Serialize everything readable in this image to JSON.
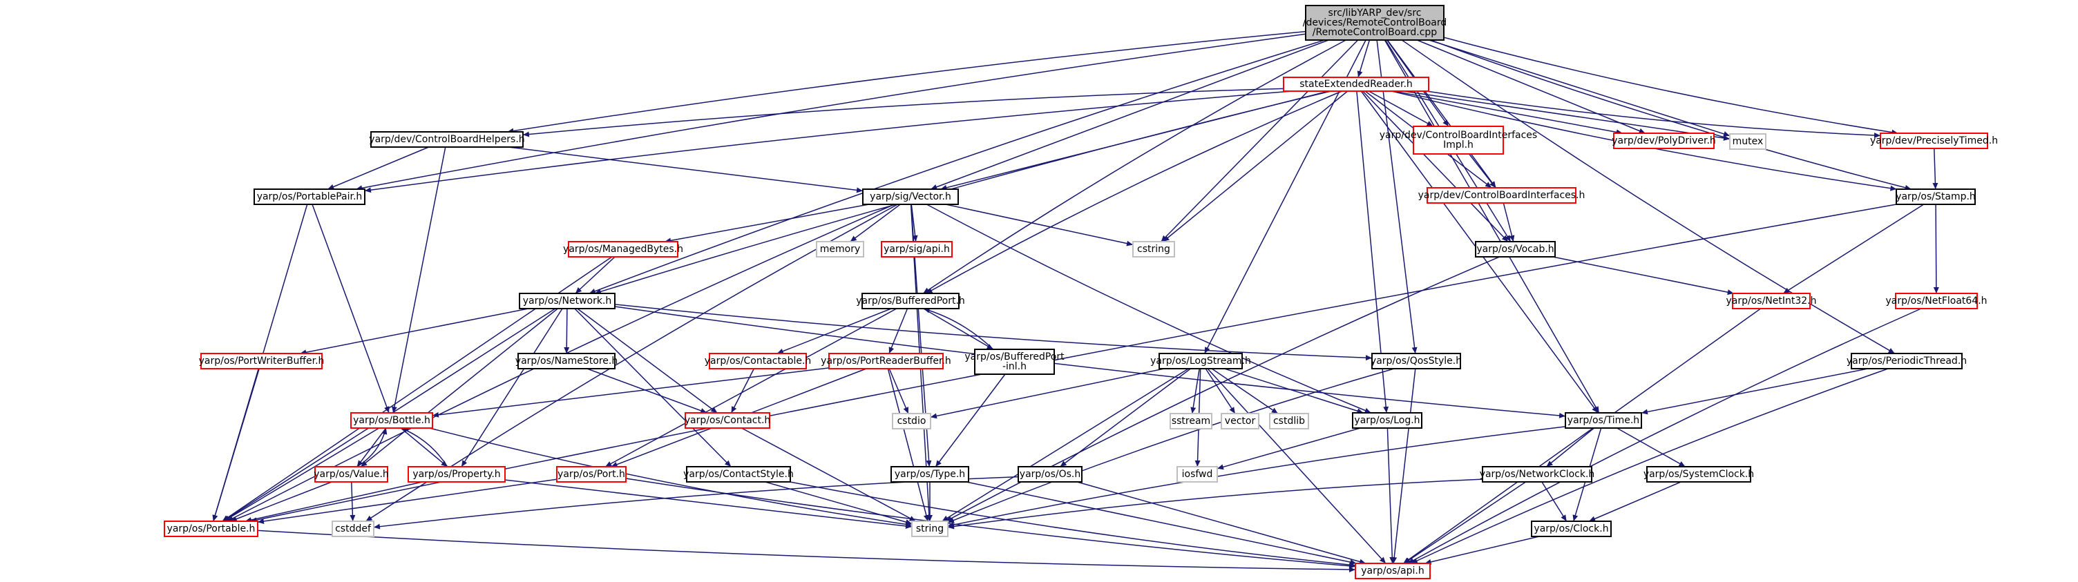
{
  "colors": {
    "edge": "#191970",
    "node_border": "#000000",
    "missing_border": "#ff0000",
    "external_border": "#bfbfbf",
    "root_fill": "#bfbfbf"
  },
  "nodes": [
    {
      "id": "root",
      "lines": [
        "src/libYARP_dev/src",
        "/devices/RemoteControlBoard",
        "/RemoteControlBoard.cpp"
      ],
      "kind": "root"
    },
    {
      "id": "ser",
      "lines": [
        "stateExtendedReader.h"
      ],
      "kind": "red"
    },
    {
      "id": "cbh",
      "lines": [
        "yarp/dev/ControlBoardHelpers.h"
      ],
      "kind": "black"
    },
    {
      "id": "cbii",
      "lines": [
        "yarp/dev/ControlBoardInterfaces",
        "Impl.h"
      ],
      "kind": "red"
    },
    {
      "id": "poly",
      "lines": [
        "yarp/dev/PolyDriver.h"
      ],
      "kind": "red"
    },
    {
      "id": "mutex",
      "lines": [
        "mutex"
      ],
      "kind": "gray"
    },
    {
      "id": "ptimed",
      "lines": [
        "yarp/dev/PreciselyTimed.h"
      ],
      "kind": "red"
    },
    {
      "id": "pp",
      "lines": [
        "yarp/os/PortablePair.h"
      ],
      "kind": "black"
    },
    {
      "id": "vec",
      "lines": [
        "yarp/sig/Vector.h"
      ],
      "kind": "black"
    },
    {
      "id": "cbi",
      "lines": [
        "yarp/dev/ControlBoardInterfaces.h"
      ],
      "kind": "red"
    },
    {
      "id": "stamp",
      "lines": [
        "yarp/os/Stamp.h"
      ],
      "kind": "black"
    },
    {
      "id": "mb",
      "lines": [
        "yarp/os/ManagedBytes.h"
      ],
      "kind": "red"
    },
    {
      "id": "memory",
      "lines": [
        "memory"
      ],
      "kind": "gray"
    },
    {
      "id": "sigapi",
      "lines": [
        "yarp/sig/api.h"
      ],
      "kind": "red"
    },
    {
      "id": "cstring",
      "lines": [
        "cstring"
      ],
      "kind": "gray"
    },
    {
      "id": "vocab",
      "lines": [
        "yarp/os/Vocab.h"
      ],
      "kind": "black"
    },
    {
      "id": "net",
      "lines": [
        "yarp/os/Network.h"
      ],
      "kind": "black"
    },
    {
      "id": "bp",
      "lines": [
        "yarp/os/BufferedPort.h"
      ],
      "kind": "black"
    },
    {
      "id": "netint",
      "lines": [
        "yarp/os/NetInt32.h"
      ],
      "kind": "red"
    },
    {
      "id": "netflt",
      "lines": [
        "yarp/os/NetFloat64.h"
      ],
      "kind": "red"
    },
    {
      "id": "pwb",
      "lines": [
        "yarp/os/PortWriterBuffer.h"
      ],
      "kind": "red"
    },
    {
      "id": "ns",
      "lines": [
        "yarp/os/NameStore.h"
      ],
      "kind": "black"
    },
    {
      "id": "contactable",
      "lines": [
        "yarp/os/Contactable.h"
      ],
      "kind": "red"
    },
    {
      "id": "prb",
      "lines": [
        "yarp/os/PortReaderBuffer.h"
      ],
      "kind": "red"
    },
    {
      "id": "bpinl",
      "lines": [
        "yarp/os/BufferedPort",
        "-inl.h"
      ],
      "kind": "black"
    },
    {
      "id": "ls",
      "lines": [
        "yarp/os/LogStream.h"
      ],
      "kind": "black"
    },
    {
      "id": "qos",
      "lines": [
        "yarp/os/QosStyle.h"
      ],
      "kind": "black"
    },
    {
      "id": "pt",
      "lines": [
        "yarp/os/PeriodicThread.h"
      ],
      "kind": "black"
    },
    {
      "id": "bottle",
      "lines": [
        "yarp/os/Bottle.h"
      ],
      "kind": "red"
    },
    {
      "id": "contact",
      "lines": [
        "yarp/os/Contact.h"
      ],
      "kind": "red"
    },
    {
      "id": "cstdio",
      "lines": [
        "cstdio"
      ],
      "kind": "gray"
    },
    {
      "id": "sstream",
      "lines": [
        "sstream"
      ],
      "kind": "gray"
    },
    {
      "id": "vector",
      "lines": [
        "vector"
      ],
      "kind": "gray"
    },
    {
      "id": "cstdlib",
      "lines": [
        "cstdlib"
      ],
      "kind": "gray"
    },
    {
      "id": "log",
      "lines": [
        "yarp/os/Log.h"
      ],
      "kind": "black"
    },
    {
      "id": "time",
      "lines": [
        "yarp/os/Time.h"
      ],
      "kind": "black"
    },
    {
      "id": "value",
      "lines": [
        "yarp/os/Value.h"
      ],
      "kind": "red"
    },
    {
      "id": "prop",
      "lines": [
        "yarp/os/Property.h"
      ],
      "kind": "red"
    },
    {
      "id": "port",
      "lines": [
        "yarp/os/Port.h"
      ],
      "kind": "red"
    },
    {
      "id": "cs",
      "lines": [
        "yarp/os/ContactStyle.h"
      ],
      "kind": "black"
    },
    {
      "id": "type",
      "lines": [
        "yarp/os/Type.h"
      ],
      "kind": "black"
    },
    {
      "id": "os",
      "lines": [
        "yarp/os/Os.h"
      ],
      "kind": "black"
    },
    {
      "id": "iosfwd",
      "lines": [
        "iosfwd"
      ],
      "kind": "gray"
    },
    {
      "id": "nclock",
      "lines": [
        "yarp/os/NetworkClock.h"
      ],
      "kind": "black"
    },
    {
      "id": "sclock",
      "lines": [
        "yarp/os/SystemClock.h"
      ],
      "kind": "black"
    },
    {
      "id": "portable",
      "lines": [
        "yarp/os/Portable.h"
      ],
      "kind": "red"
    },
    {
      "id": "cstddef",
      "lines": [
        "cstddef"
      ],
      "kind": "gray"
    },
    {
      "id": "string",
      "lines": [
        "string"
      ],
      "kind": "gray"
    },
    {
      "id": "clock",
      "lines": [
        "yarp/os/Clock.h"
      ],
      "kind": "black"
    },
    {
      "id": "osapi",
      "lines": [
        "yarp/os/api.h"
      ],
      "kind": "red"
    }
  ],
  "edges": [
    [
      "root",
      "ser"
    ],
    [
      "root",
      "cbh"
    ],
    [
      "root",
      "cbii"
    ],
    [
      "root",
      "poly"
    ],
    [
      "root",
      "mutex"
    ],
    [
      "root",
      "ptimed"
    ],
    [
      "root",
      "pp"
    ],
    [
      "root",
      "vec"
    ],
    [
      "root",
      "cbi"
    ],
    [
      "root",
      "stamp"
    ],
    [
      "root",
      "cstring"
    ],
    [
      "root",
      "vocab"
    ],
    [
      "root",
      "net"
    ],
    [
      "root",
      "bp"
    ],
    [
      "root",
      "ls"
    ],
    [
      "root",
      "qos"
    ],
    [
      "root",
      "pt"
    ],
    [
      "root",
      "time"
    ],
    [
      "ser",
      "cbh"
    ],
    [
      "ser",
      "cbii"
    ],
    [
      "ser",
      "poly"
    ],
    [
      "ser",
      "mutex"
    ],
    [
      "ser",
      "ptimed"
    ],
    [
      "ser",
      "pp"
    ],
    [
      "ser",
      "vec"
    ],
    [
      "ser",
      "cbi"
    ],
    [
      "ser",
      "stamp"
    ],
    [
      "ser",
      "cstring"
    ],
    [
      "ser",
      "vocab"
    ],
    [
      "ser",
      "net"
    ],
    [
      "ser",
      "bp"
    ],
    [
      "ser",
      "log"
    ],
    [
      "ser",
      "time"
    ],
    [
      "cbh",
      "pp"
    ],
    [
      "cbh",
      "vec"
    ],
    [
      "cbh",
      "bottle"
    ],
    [
      "cbii",
      "cbi"
    ],
    [
      "ptimed",
      "stamp"
    ],
    [
      "cbi",
      "vocab"
    ],
    [
      "pp",
      "portable"
    ],
    [
      "pp",
      "bottle"
    ],
    [
      "vec",
      "mb"
    ],
    [
      "vec",
      "memory"
    ],
    [
      "vec",
      "sigapi"
    ],
    [
      "vec",
      "cstring"
    ],
    [
      "vec",
      "portable"
    ],
    [
      "vec",
      "type"
    ],
    [
      "vec",
      "string"
    ],
    [
      "vec",
      "log"
    ],
    [
      "vec",
      "cstddef"
    ],
    [
      "stamp",
      "netint"
    ],
    [
      "stamp",
      "netflt"
    ],
    [
      "stamp",
      "portable"
    ],
    [
      "mb",
      "net"
    ],
    [
      "mb",
      "portable"
    ],
    [
      "vocab",
      "netint"
    ],
    [
      "vocab",
      "string"
    ],
    [
      "netint",
      "osapi"
    ],
    [
      "netflt",
      "osapi"
    ],
    [
      "net",
      "pwb"
    ],
    [
      "net",
      "ns"
    ],
    [
      "net",
      "contact"
    ],
    [
      "net",
      "value"
    ],
    [
      "net",
      "prop"
    ],
    [
      "net",
      "portable"
    ],
    [
      "net",
      "cs"
    ],
    [
      "net",
      "qos"
    ],
    [
      "net",
      "time"
    ],
    [
      "bp",
      "contactable"
    ],
    [
      "bp",
      "prb"
    ],
    [
      "bp",
      "bpinl"
    ],
    [
      "bp",
      "port"
    ],
    [
      "bpinl",
      "bp"
    ],
    [
      "bpinl",
      "type"
    ],
    [
      "pwb",
      "portable"
    ],
    [
      "ns",
      "contact"
    ],
    [
      "contactable",
      "contact"
    ],
    [
      "prb",
      "bottle"
    ],
    [
      "prb",
      "port"
    ],
    [
      "prb",
      "string"
    ],
    [
      "prb",
      "cstdio"
    ],
    [
      "ls",
      "cstdio"
    ],
    [
      "ls",
      "sstream"
    ],
    [
      "ls",
      "vector"
    ],
    [
      "ls",
      "cstdlib"
    ],
    [
      "ls",
      "log"
    ],
    [
      "ls",
      "os"
    ],
    [
      "ls",
      "iosfwd"
    ],
    [
      "ls",
      "string"
    ],
    [
      "ls",
      "osapi"
    ],
    [
      "qos",
      "string"
    ],
    [
      "qos",
      "osapi"
    ],
    [
      "pt",
      "time"
    ],
    [
      "pt",
      "osapi"
    ],
    [
      "bottle",
      "value"
    ],
    [
      "bottle",
      "prop"
    ],
    [
      "bottle",
      "portable"
    ],
    [
      "bottle",
      "string"
    ],
    [
      "contact",
      "string"
    ],
    [
      "log",
      "iosfwd"
    ],
    [
      "log",
      "osapi"
    ],
    [
      "time",
      "nclock"
    ],
    [
      "time",
      "sclock"
    ],
    [
      "time",
      "clock"
    ],
    [
      "time",
      "string"
    ],
    [
      "value",
      "bottle"
    ],
    [
      "value",
      "portable"
    ],
    [
      "value",
      "cstddef"
    ],
    [
      "prop",
      "bottle"
    ],
    [
      "prop",
      "portable"
    ],
    [
      "prop",
      "string"
    ],
    [
      "port",
      "portable"
    ],
    [
      "port",
      "osapi"
    ],
    [
      "cs",
      "string"
    ],
    [
      "cs",
      "osapi"
    ],
    [
      "type",
      "string"
    ],
    [
      "type",
      "osapi"
    ],
    [
      "os",
      "cstddef"
    ],
    [
      "os",
      "osapi"
    ],
    [
      "nclock",
      "clock"
    ],
    [
      "nclock",
      "string"
    ],
    [
      "nclock",
      "osapi"
    ],
    [
      "sclock",
      "clock"
    ],
    [
      "portable",
      "osapi"
    ],
    [
      "clock",
      "osapi"
    ]
  ]
}
